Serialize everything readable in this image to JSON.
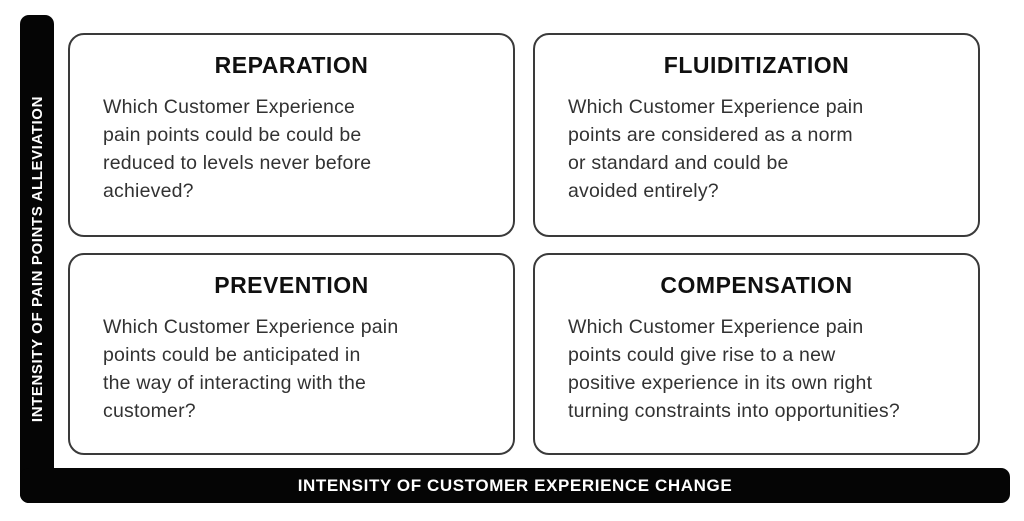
{
  "axes": {
    "y_label": "INTENSITY OF PAIN POINTS ALLEVIATION",
    "x_label": "INTENSITY OF CUSTOMER EXPERIENCE CHANGE"
  },
  "quadrants": [
    {
      "id": "reparation",
      "title": "REPARATION",
      "body": "Which Customer Experience\npain points could be could be\nreduced to levels never before\nachieved?"
    },
    {
      "id": "fluiditization",
      "title": "FLUIDITIZATION",
      "body": "Which Customer Experience pain\npoints are considered as a norm\nor standard and could be\navoided entirely?"
    },
    {
      "id": "prevention",
      "title": "PREVENTION",
      "body": "Which Customer Experience pain\npoints could be anticipated in\nthe way of interacting with the\ncustomer?"
    },
    {
      "id": "compensation",
      "title": "COMPENSATION",
      "body": "Which Customer Experience pain\npoints could give rise to a new\npositive experience in its own right\nturning constraints into opportunities?"
    }
  ],
  "colors": {
    "background": "#ffffff",
    "axis_bar": "#050505",
    "axis_text": "#ffffff",
    "box_border": "#3a3a3a",
    "title_text": "#101010",
    "body_text": "#323232"
  }
}
